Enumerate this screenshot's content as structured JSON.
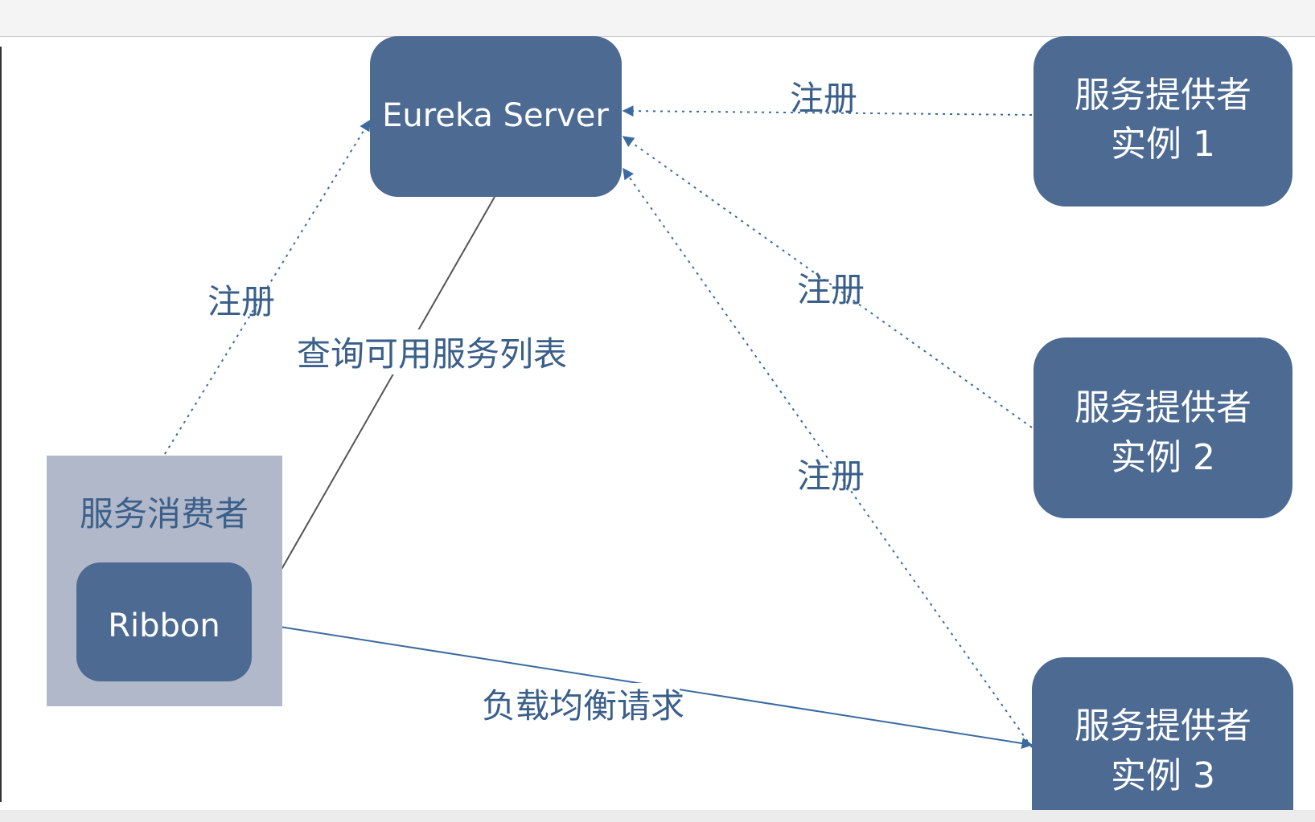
{
  "nodes": {
    "eureka_server": "Eureka Server",
    "provider_title": "服务提供者",
    "provider1_sub": "实例 1",
    "provider2_sub": "实例 2",
    "provider3_sub": "实例 3",
    "consumer_label": "服务消费者",
    "ribbon": "Ribbon"
  },
  "edges": {
    "register_1": "注册",
    "register_2": "注册",
    "register_3": "注册",
    "register_consumer": "注册",
    "query_services": "查询可用服务列表",
    "load_balance": "负载均衡请求"
  },
  "colors": {
    "node_fill": "#4d6a92",
    "consumer_fill": "#b1b8c9",
    "label_text": "#3a5f8a",
    "arrow": "#3a6aa0"
  }
}
